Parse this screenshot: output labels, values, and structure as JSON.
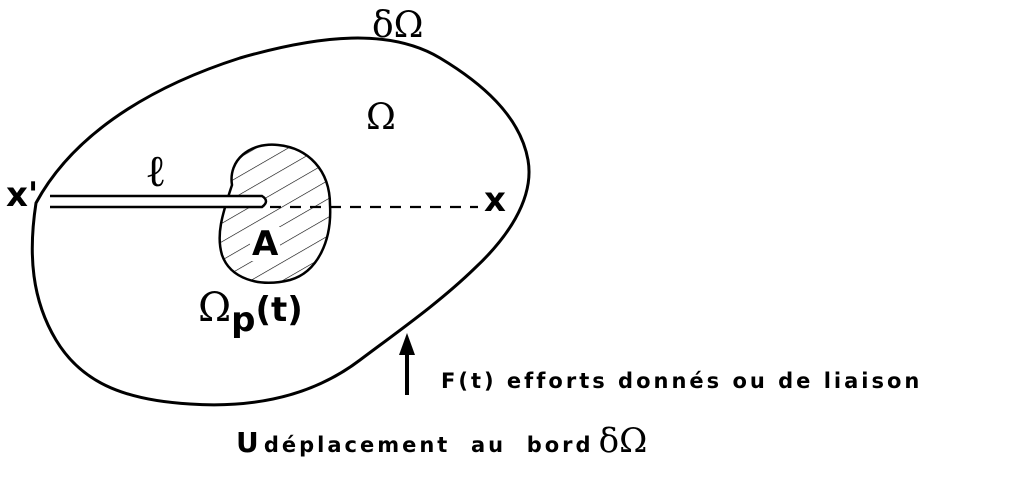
{
  "labels": {
    "boundary": "δΩ",
    "domain": "Ω",
    "crack_length": "ℓ",
    "axis_start": "x'",
    "axis_end": "x",
    "crack_tip": "A",
    "plastic_zone_omega": "Ω",
    "plastic_zone_sub": "p",
    "plastic_zone_arg": "(t)",
    "force_label": "F(t) efforts donnés ou de liaison",
    "displacement_prefix": "U",
    "displacement_text": "déplacement  au  bord",
    "displacement_boundary": "δΩ"
  },
  "colors": {
    "ink": "#000000",
    "background": "#ffffff"
  }
}
